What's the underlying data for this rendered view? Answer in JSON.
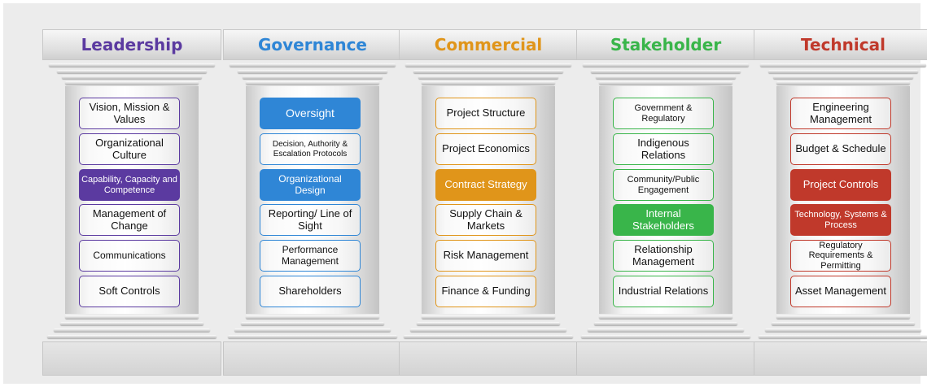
{
  "pillars": [
    {
      "title": "Leadership",
      "color": "#5b3aa0",
      "items": [
        {
          "label": "Vision, Mission & Values"
        },
        {
          "label": "Organizational Culture"
        },
        {
          "label": "Capability, Capacity and Competence",
          "filled": true
        },
        {
          "label": "Management of Change"
        },
        {
          "label": "Communications"
        },
        {
          "label": "Soft Controls"
        }
      ]
    },
    {
      "title": "Governance",
      "color": "#2f86d6",
      "items": [
        {
          "label": "Oversight",
          "filled": true
        },
        {
          "label": "Decision, Authority & Escalation Protocols"
        },
        {
          "label": "Organizational Design",
          "filled": true
        },
        {
          "label": "Reporting/ Line of Sight"
        },
        {
          "label": "Performance Management"
        },
        {
          "label": "Shareholders"
        }
      ]
    },
    {
      "title": "Commercial",
      "color": "#e0951a",
      "items": [
        {
          "label": "Project Structure"
        },
        {
          "label": "Project Economics"
        },
        {
          "label": "Contract Strategy",
          "filled": true
        },
        {
          "label": "Supply Chain & Markets"
        },
        {
          "label": "Risk Management"
        },
        {
          "label": "Finance & Funding"
        }
      ]
    },
    {
      "title": "Stakeholder",
      "color": "#39b54a",
      "items": [
        {
          "label": "Government & Regulatory"
        },
        {
          "label": "Indigenous Relations"
        },
        {
          "label": "Community/Public Engagement"
        },
        {
          "label": "Internal Stakeholders",
          "filled": true
        },
        {
          "label": "Relationship Management"
        },
        {
          "label": "Industrial Relations"
        }
      ]
    },
    {
      "title": "Technical",
      "color": "#c0392b",
      "items": [
        {
          "label": "Engineering Management"
        },
        {
          "label": "Budget & Schedule"
        },
        {
          "label": "Project Controls",
          "filled": true
        },
        {
          "label": "Technology, Systems & Process",
          "filled": true
        },
        {
          "label": "Regulatory Requirements & Permitting"
        },
        {
          "label": "Asset Management"
        }
      ]
    }
  ]
}
